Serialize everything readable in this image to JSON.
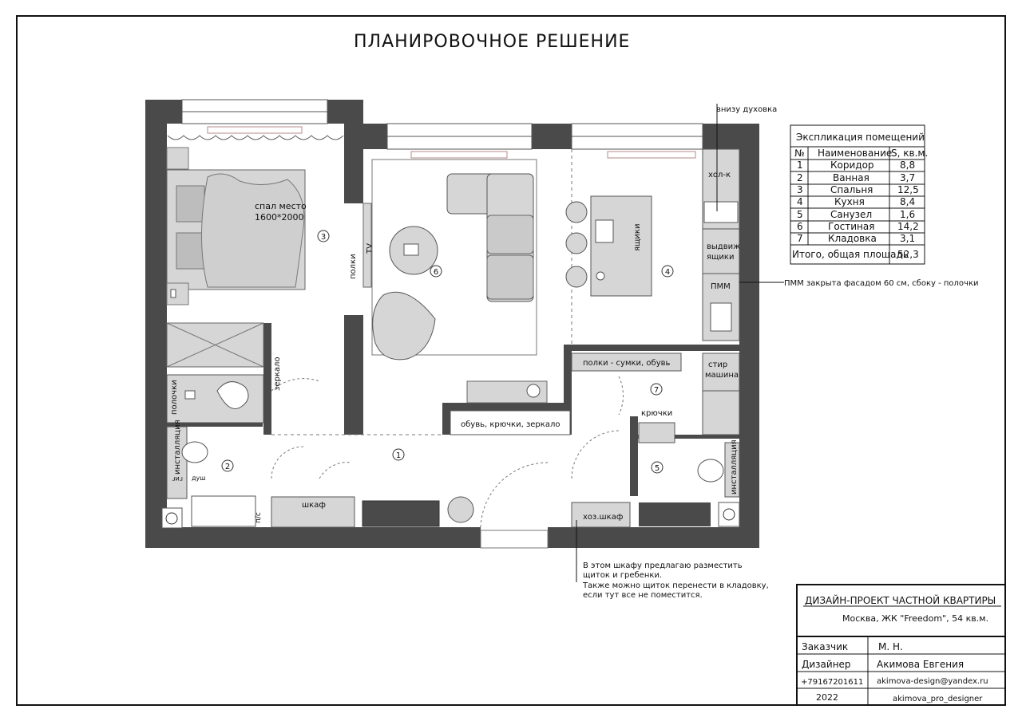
{
  "title": "ПЛАНИРОВОЧНОЕ РЕШЕНИЕ",
  "labels": {
    "bed": "спал место",
    "bed_size": "1600*2000",
    "shelves_vertical": "полки",
    "tv": "TV",
    "mirror": "зеркало",
    "shelves_bath": "полочки",
    "installation_bath": "инсталляция",
    "shower_l1": "гиг",
    "shower_l2": "душ",
    "pc": "п/с",
    "wardrobe": "шкаф",
    "shoes_hooks": "обувь, крючки, зеркало",
    "utility_wardrobe": "хоз.шкаф",
    "bags_shelves": "полки - сумки, обувь",
    "washer_l1": "стир",
    "washer_l2": "машина",
    "hooks": "крючки",
    "installation_wc": "инсталляция",
    "fridge": "хол-к",
    "drawers_l1": "выдвиж",
    "drawers_l2": "ящики",
    "dishwasher": "ПММ",
    "island_drawers": "ящики",
    "oven_note": "внизу духовка",
    "dishwasher_note": "ПММ закрыта фасадом 60 см, сбоку - полочки",
    "cabinet_note": [
      "В этом шкафу предлагаю разместить",
      "щиток и гребенки.",
      "Также можно щиток перенести в кладовку,",
      "если тут все не поместится."
    ]
  },
  "room_markers": [
    "1",
    "2",
    "3",
    "4",
    "5",
    "6",
    "7"
  ],
  "explication": {
    "title": "Экспликация помещений",
    "headers": [
      "№",
      "Наименование",
      "S, кв.м."
    ],
    "rows": [
      [
        "1",
        "Коридор",
        "8,8"
      ],
      [
        "2",
        "Ванная",
        "3,7"
      ],
      [
        "3",
        "Спальня",
        "12,5"
      ],
      [
        "4",
        "Кухня",
        "8,4"
      ],
      [
        "5",
        "Санузел",
        "1,6"
      ],
      [
        "6",
        "Гостиная",
        "14,2"
      ],
      [
        "7",
        "Кладовка",
        "3,1"
      ]
    ],
    "total_label": "Итого, общая площадь",
    "total_value": "52,3"
  },
  "title_block": {
    "project": "ДИЗАЙН-ПРОЕКТ ЧАСТНОЙ КВАРТИРЫ",
    "address": "Москва, ЖК \"Freedom\", 54 кв.м.",
    "client_label": "Заказчик",
    "client_value": "М. Н.",
    "designer_label": "Дизайнер",
    "designer_value": "Акимова Евгения",
    "phone": "+79167201611",
    "email": "akimova-design@yandex.ru",
    "year": "2022",
    "handle": "akimova_pro_designer"
  }
}
